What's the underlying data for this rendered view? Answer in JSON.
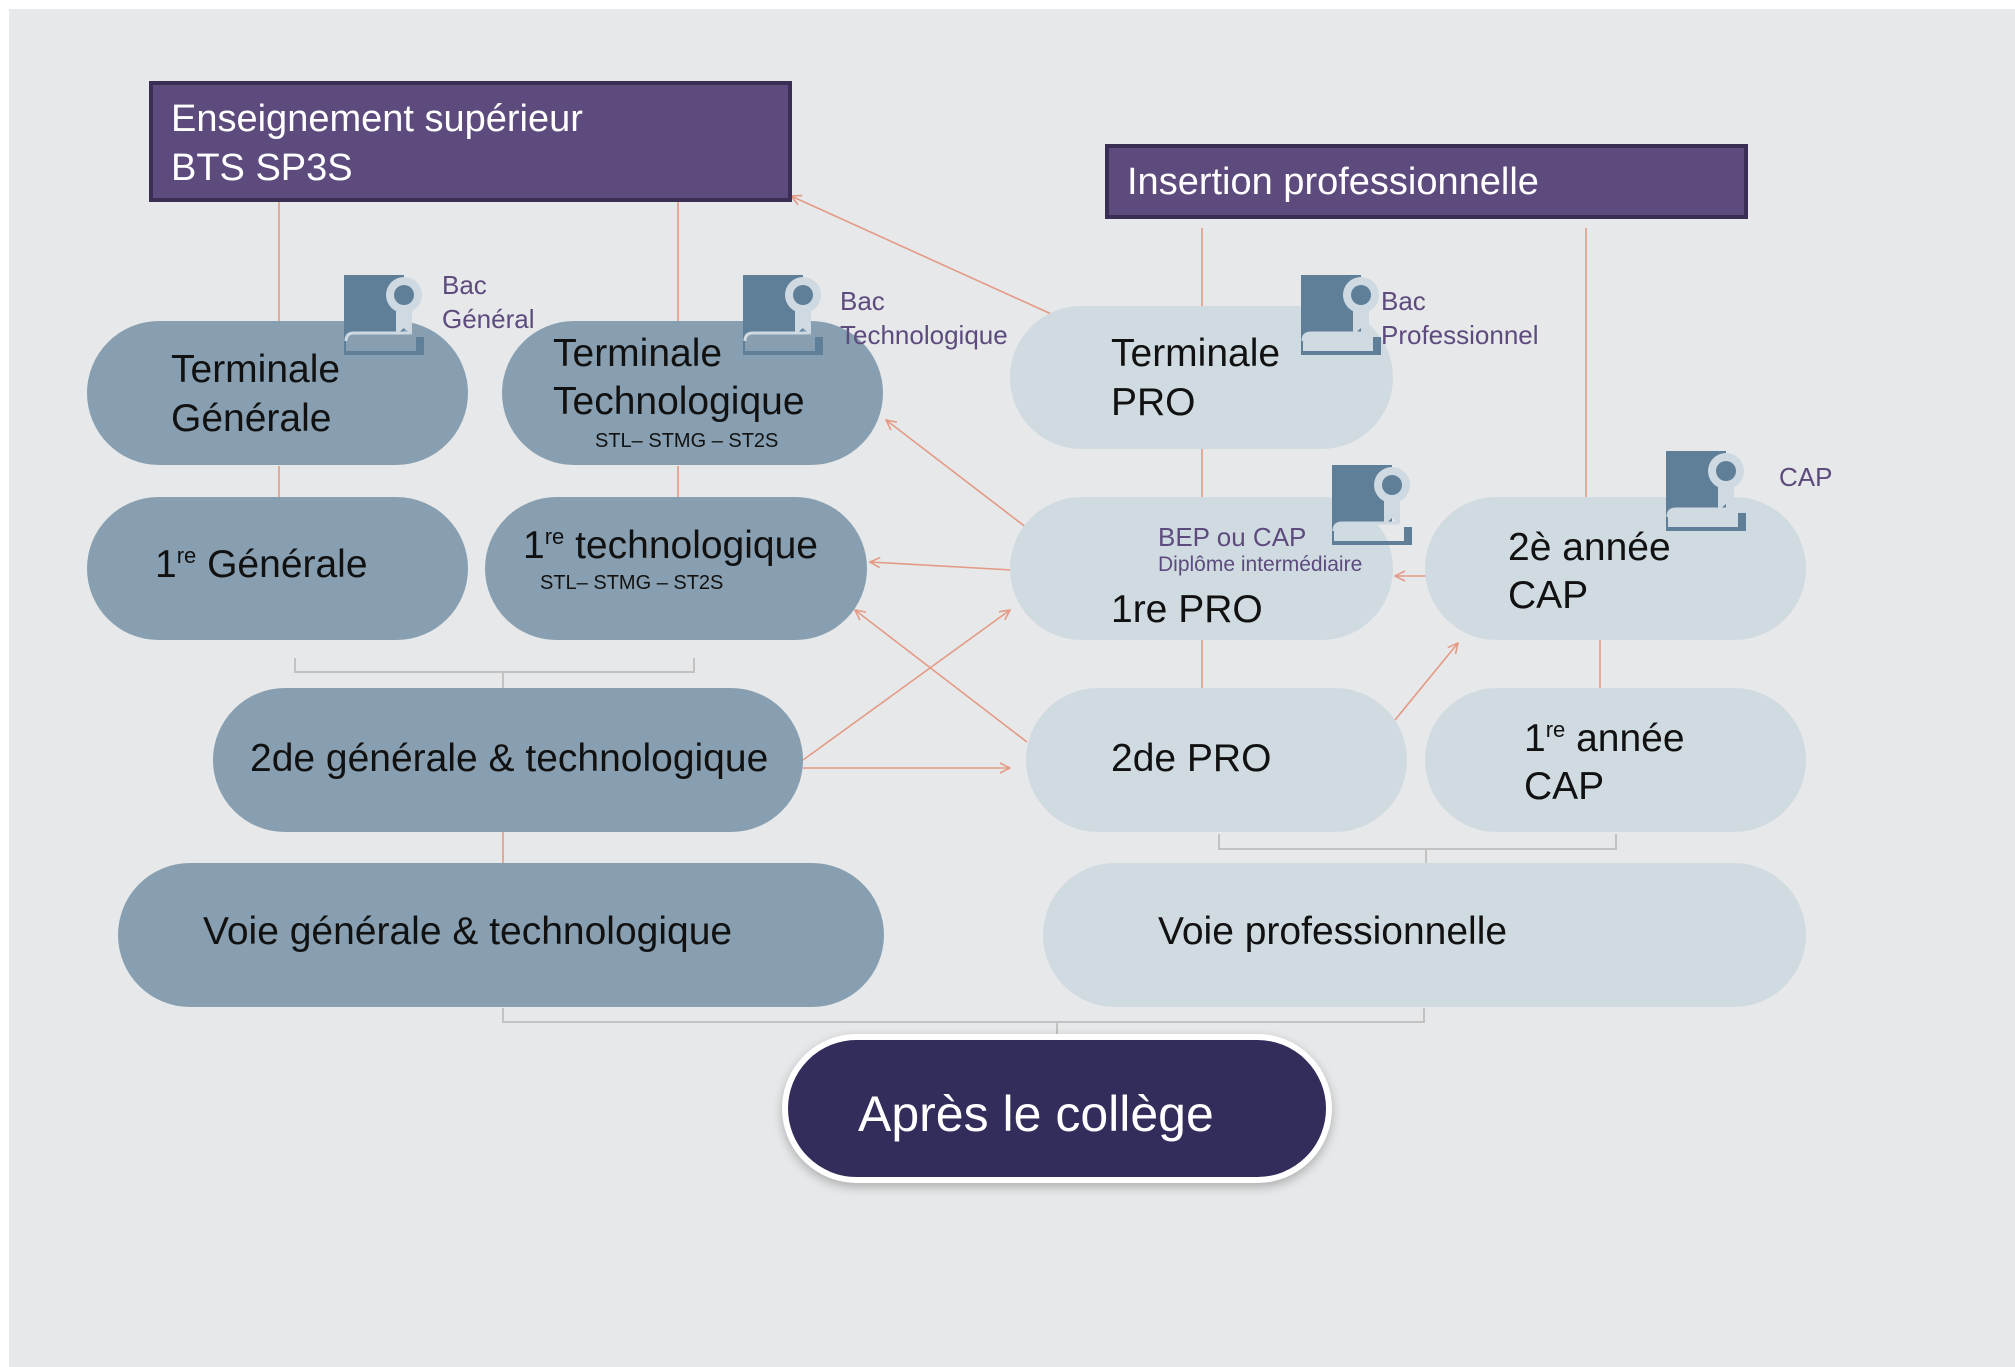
{
  "colors": {
    "background": "#e6e8e9",
    "header_fill": "#5d4b7e",
    "dark_node": "#879fb0",
    "light_node": "#cfdbe1",
    "base_node": "#332d5c",
    "arrow": "#e49a85",
    "bracket": "#c2c2c2",
    "certificate_icon": "#5f7f98"
  },
  "headers": {
    "superieur": {
      "line1": "Enseignement supérieur",
      "line2": "BTS SP3S"
    },
    "insertion": "Insertion professionnelle"
  },
  "nodes": {
    "terminale_generale": {
      "line1": "Terminale",
      "line2": "Générale"
    },
    "terminale_techno": {
      "line1": "Terminale",
      "line2": "Technologique",
      "sub": "STL– STMG – ST2S"
    },
    "terminale_pro": {
      "line1": "Terminale",
      "line2": "PRO"
    },
    "premiere_generale": {
      "num": "1",
      "sup": "re",
      "label": " Générale"
    },
    "premiere_techno": {
      "num": "1",
      "sup": "re",
      "label": " technologique",
      "sub": "STL– STMG – ST2S"
    },
    "premiere_pro": {
      "line1": "BEP ou CAP",
      "line2": "Diplôme intermédiaire",
      "label": "1re PRO"
    },
    "deuxieme_cap": {
      "line1": "2è année",
      "line2": "CAP"
    },
    "seconde_gt": "2de générale & technologique",
    "seconde_pro": "2de PRO",
    "premiere_cap": {
      "num": "1",
      "sup": "re",
      "label": " année",
      "line2": "CAP"
    },
    "voie_gt": "Voie générale & technologique",
    "voie_pro": "Voie professionnelle",
    "apres_college": "Après le collège"
  },
  "certificates": [
    {
      "icon": "certificate-icon",
      "line1": "Bac",
      "line2": "Général"
    },
    {
      "icon": "certificate-icon",
      "line1": "Bac",
      "line2": "Technologique"
    },
    {
      "icon": "certificate-icon",
      "line1": "Bac",
      "line2": "Professionnel"
    },
    {
      "icon": "certificate-icon",
      "line1": "CAP",
      "line2": ""
    }
  ]
}
